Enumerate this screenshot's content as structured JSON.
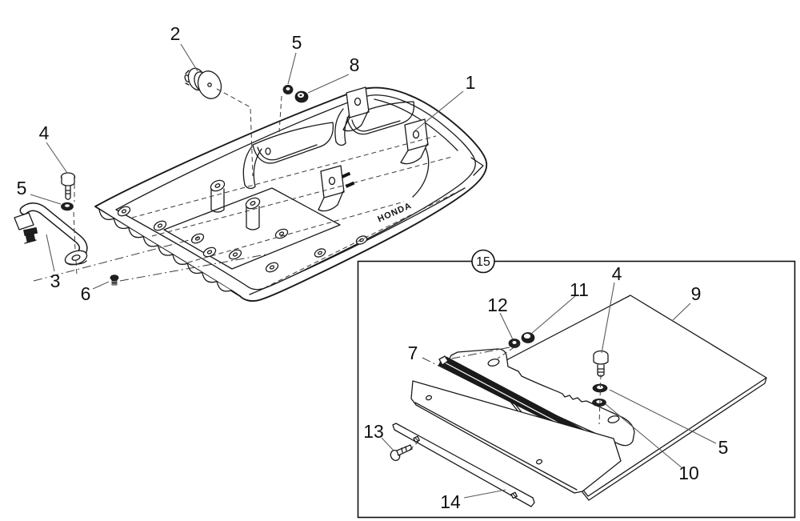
{
  "figure": {
    "background": "#ffffff",
    "line_color": "#1a1a1a",
    "leader_color": "#5a5a5a",
    "embossed_text": "HONDA"
  },
  "callouts": {
    "c1": "1",
    "c2": "2",
    "c3": "3",
    "c4": "4",
    "c5": "5",
    "c6": "6",
    "c7": "7",
    "c8": "8",
    "c9": "9",
    "c10": "10",
    "c11": "11",
    "c12": "12",
    "c13": "13",
    "c14": "14",
    "c15": "15"
  }
}
